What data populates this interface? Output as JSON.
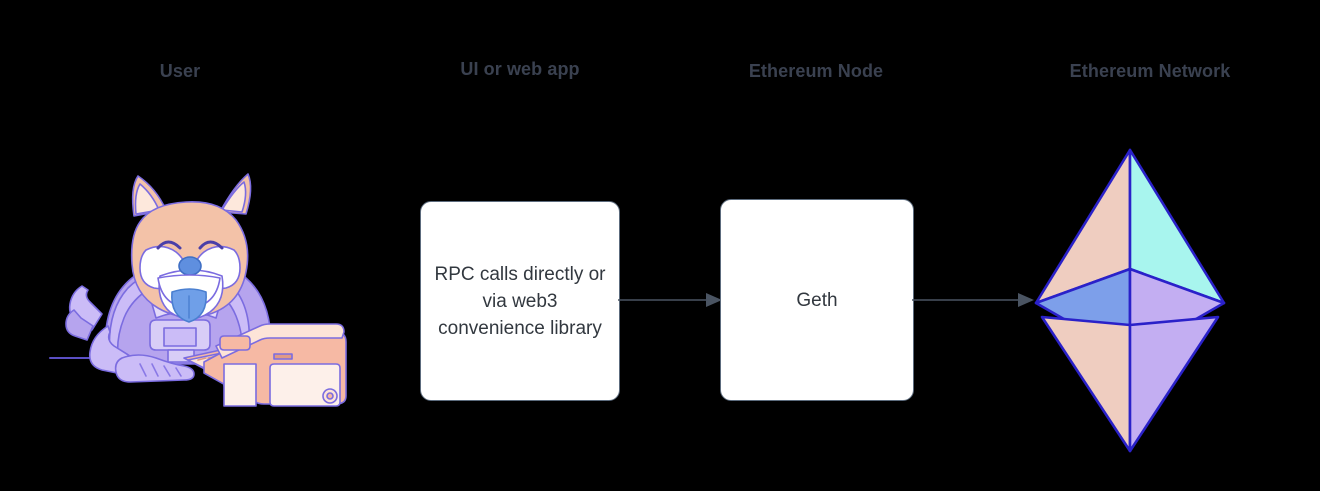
{
  "diagram": {
    "background_color": "#000000",
    "title_color": "#3a4150",
    "box_fill": "#ffffff",
    "box_border": "#5c6b7d",
    "arrow_color": "#4a5462",
    "columns": [
      {
        "key": "user",
        "label": "User"
      },
      {
        "key": "ui",
        "label": "UI or web app"
      },
      {
        "key": "node",
        "label": "Ethereum Node"
      },
      {
        "key": "network",
        "label": "Ethereum Network"
      }
    ],
    "nodes": [
      {
        "key": "rpc",
        "label": "RPC calls directly or via web3 convenience library",
        "shape": "rounded-rectangle"
      },
      {
        "key": "geth",
        "label": "Geth",
        "shape": "rounded-rectangle"
      }
    ],
    "edges": [
      {
        "from": "rpc",
        "to": "geth",
        "style": "solid-arrow"
      },
      {
        "from": "geth",
        "to": "network",
        "style": "solid-arrow"
      }
    ],
    "illustrations": [
      {
        "key": "user-mascot",
        "name": "shiba-astronaut-at-computer-illustration",
        "colors": {
          "fur": "#f3c2a8",
          "fur_light": "#fde8dc",
          "muzzle": "#ffffff",
          "suit": "#b6a4ee",
          "suit_light": "#d8cdf7",
          "tongue": "#6f9fe8",
          "nose": "#5f8fdf",
          "computer": "#f6b9a4",
          "computer_light": "#fde4d8",
          "outline": "#6a5bd8"
        }
      },
      {
        "key": "ethereum-logo",
        "name": "ethereum-diamond-logo",
        "colors": {
          "top_left": "#efcdc0",
          "top_right": "#a8f5ee",
          "mid_left": "#7d9fea",
          "mid_right": "#c3aef2",
          "bottom_left": "#efcdc0",
          "bottom_right": "#c3aef2",
          "outline": "#2a21c9"
        }
      }
    ]
  }
}
